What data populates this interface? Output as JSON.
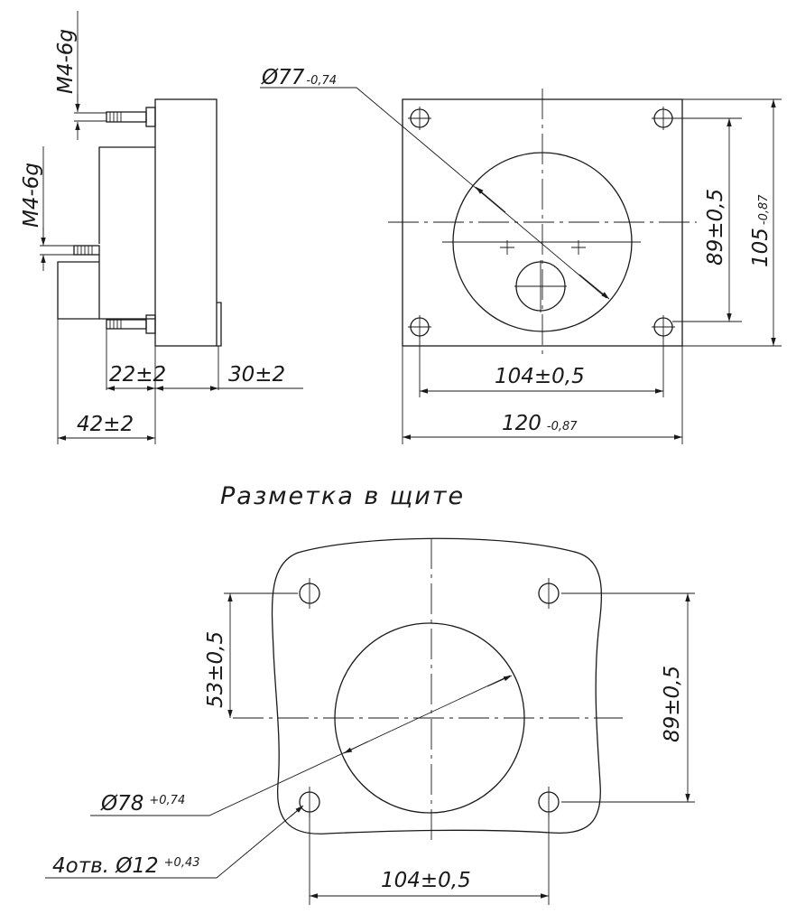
{
  "title": "Разметка в щите",
  "side_view": {
    "thread_top": "M4-6g",
    "thread_mid": "M4-6g",
    "dim_22": "22±2",
    "dim_30": "30±2",
    "dim_42": "42±2"
  },
  "front_view": {
    "diameter_main": "Ø77",
    "diameter_tol": "-0,74",
    "dim_89": "89±0,5",
    "dim_105_main": "105",
    "dim_105_tol": "-0,87",
    "dim_104": "104±0,5",
    "dim_120_main": "120",
    "dim_120_tol": "-0,87"
  },
  "panel_cutout": {
    "dim_53": "53±0,5",
    "dim_89": "89±0,5",
    "diameter_main": "Ø78",
    "diameter_tol": "+0,74",
    "holes_main": "4отв. Ø12",
    "holes_tol": "+0,43",
    "dim_104": "104±0,5"
  }
}
